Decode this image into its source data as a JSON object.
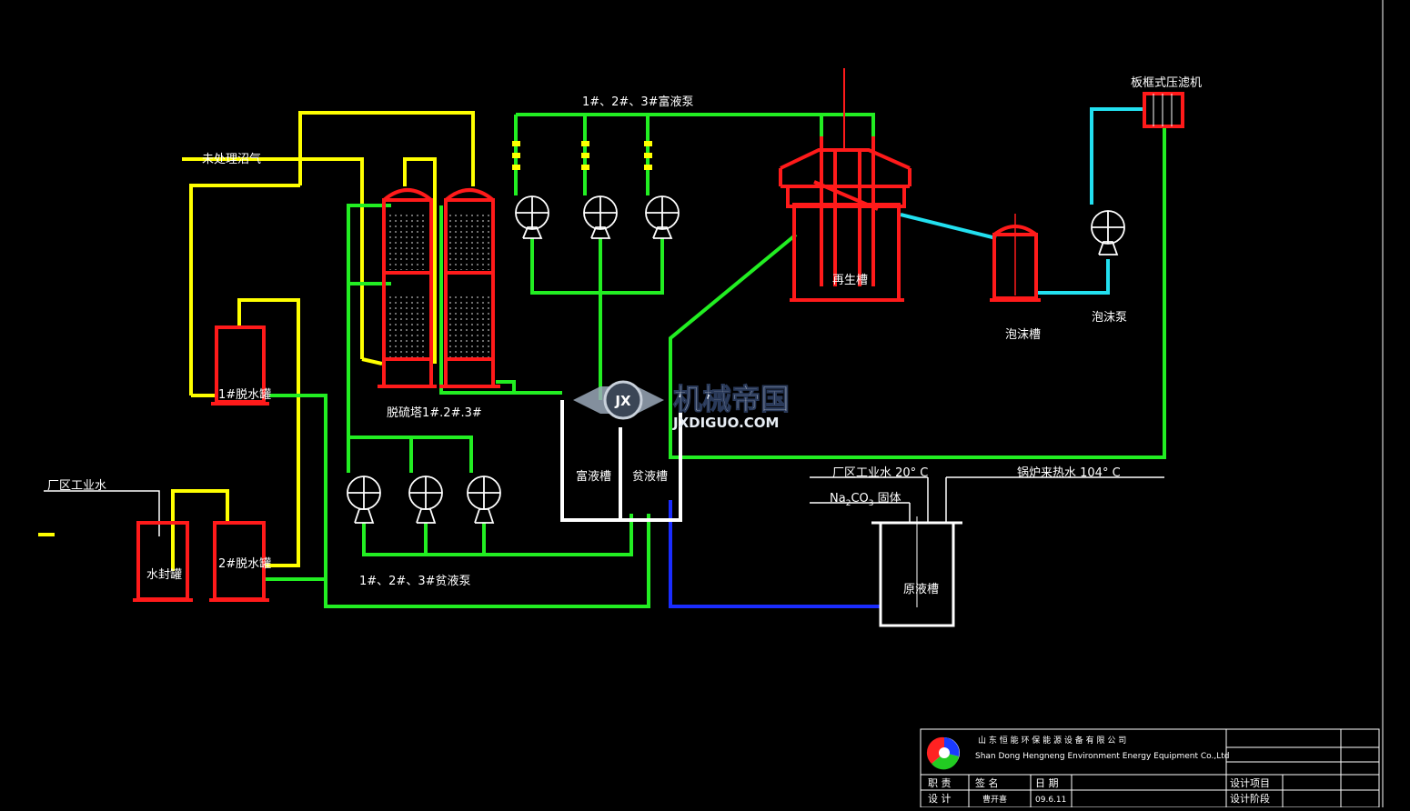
{
  "labels": {
    "untreated_biogas": "未处理沼气",
    "dehydration_tank_1": "1#脱水罐",
    "dehydration_tank_2": "2#脱水罐",
    "water_seal_tank": "水封罐",
    "plant_industrial_water": "厂区工业水",
    "desulfurization_towers": "脱硫塔1#.2#.3#",
    "rich_liquid_pumps": "1#、2#、3#富液泵",
    "lean_liquid_pumps": "1#、2#、3#贫液泵",
    "rich_liquid_tank": "富液槽",
    "lean_liquid_tank": "贫液槽",
    "regeneration_tank": "再生槽",
    "foam_tank": "泡沫槽",
    "foam_pump": "泡沫泵",
    "filter_press": "板框式压滤机",
    "raw_liquid_tank": "原液槽",
    "plant_water_20c": "厂区工业水 20° C",
    "boiler_hot_water": "锅炉来热水 104° C",
    "na2co3_solid_prefix": "Na",
    "na2co3_solid_sub1": "2",
    "na2co3_solid_mid": "CO",
    "na2co3_solid_sub2": "3",
    "na2co3_solid_suffix": "  固体"
  },
  "watermark": {
    "cn": "机械帝国",
    "en": "JXDIGUO.COM",
    "badge": "JX"
  },
  "title_block": {
    "company_cn": "山 东 恒 能 环 保 能 源 设 备 有 限 公 司",
    "company_en": "Shan Dong Hengneng Environment Energy Equipment Co.,Ltd",
    "col_role": "职  责",
    "col_signature": "签    名",
    "col_date": "日 期",
    "row_design": "设  计",
    "designer": "曹开喜",
    "design_date": "09.6.11",
    "design_project": "设计项目",
    "design_stage": "设计阶段"
  },
  "colors": {
    "background": "#000000",
    "gas_line": "#ffff00",
    "liquid_line": "#22ee22",
    "equipment": "#ff1a1a",
    "foam_line": "#22e0f0",
    "raw_liquid_line": "#1a2cff",
    "frame": "#ffffff"
  }
}
